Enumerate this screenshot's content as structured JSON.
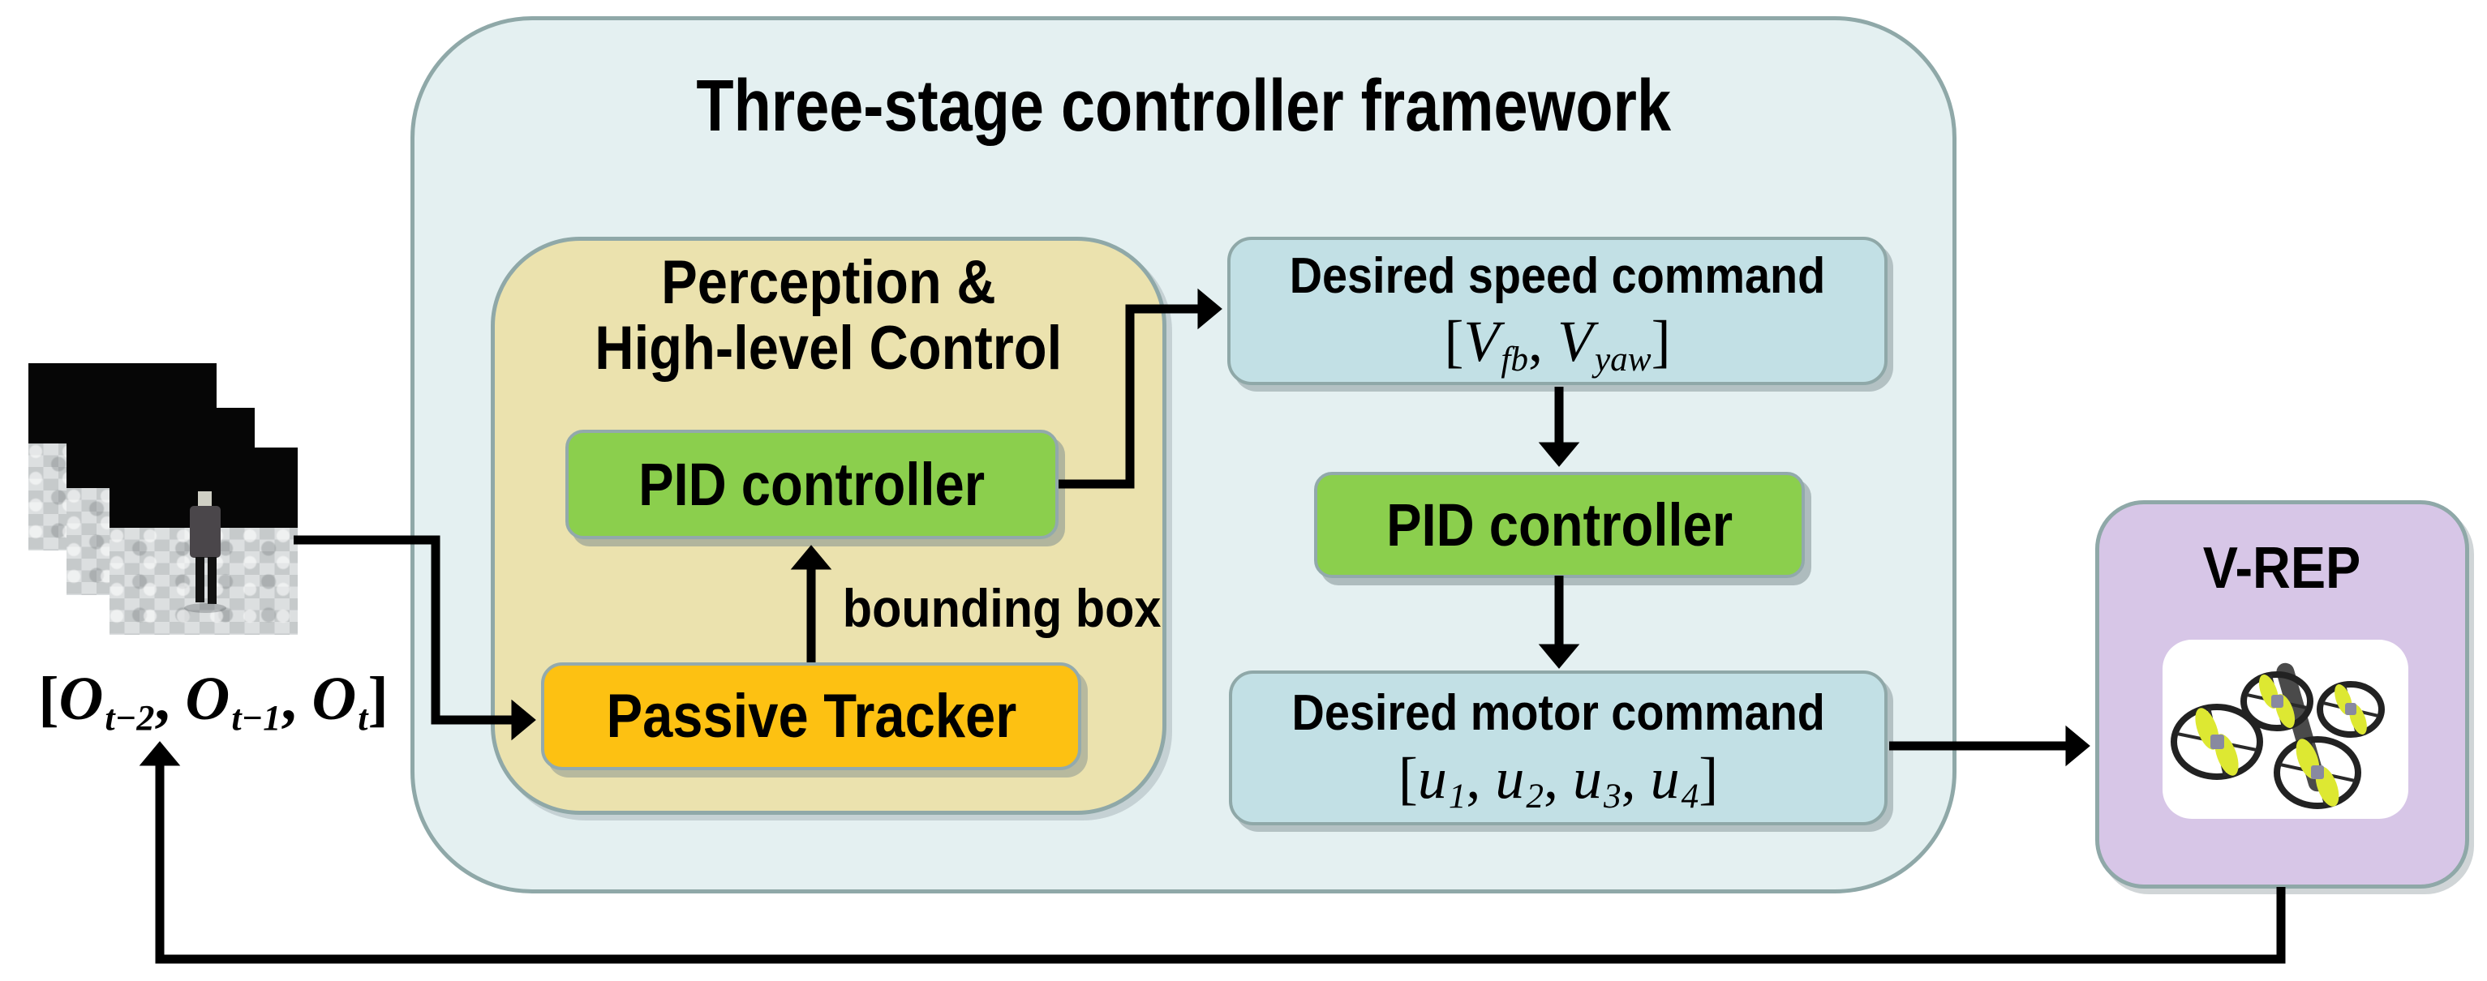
{
  "colors": {
    "framework_bg": "#e4f0f1",
    "framework_border": "#8fa8a8",
    "perception_bg": "#ebe2ae",
    "pid_green": "#8bcf4d",
    "tracker_orange": "#fdc112",
    "command_blue": "#c2e0e5",
    "vrep_purple": "#d7c6e7",
    "arrow_black": "#000000",
    "drone_yellow": "#dde832",
    "drone_dark": "#3f3f3f"
  },
  "framework": {
    "title": "Three-stage controller framework"
  },
  "perception": {
    "title_line1": "Perception &",
    "title_line2": "High-level Control",
    "pid_label": "PID controller",
    "tracker_label": "Passive Tracker",
    "bounding_label": "bounding box"
  },
  "speed_command": {
    "title": "Desired speed command",
    "math": [
      {
        "t": "[",
        "it": false
      },
      {
        "t": "V",
        "it": true,
        "sub": "fb"
      },
      {
        "t": ", ",
        "it": false
      },
      {
        "t": "V",
        "it": true,
        "sub": "yaw"
      },
      {
        "t": "]",
        "it": false
      }
    ]
  },
  "low_level": {
    "pid_label": "PID controller"
  },
  "motor_command": {
    "title": "Desired motor command",
    "math": [
      {
        "t": "[",
        "it": false
      },
      {
        "t": "u",
        "it": true,
        "sub": "1"
      },
      {
        "t": ", ",
        "it": false
      },
      {
        "t": "u",
        "it": true,
        "sub": "2"
      },
      {
        "t": ", ",
        "it": false
      },
      {
        "t": "u",
        "it": true,
        "sub": "3"
      },
      {
        "t": ", ",
        "it": false
      },
      {
        "t": "u",
        "it": true,
        "sub": "4"
      },
      {
        "t": "]",
        "it": false
      }
    ]
  },
  "vrep": {
    "title": "V-REP"
  },
  "input": {
    "observations_math": [
      {
        "t": "[",
        "it": false
      },
      {
        "t": "O",
        "it": true,
        "sub": "t−2"
      },
      {
        "t": ", ",
        "it": false
      },
      {
        "t": "O",
        "it": true,
        "sub": "t−1"
      },
      {
        "t": ", ",
        "it": false
      },
      {
        "t": "O",
        "it": true,
        "sub": "t"
      },
      {
        "t": "]",
        "it": false
      }
    ]
  }
}
